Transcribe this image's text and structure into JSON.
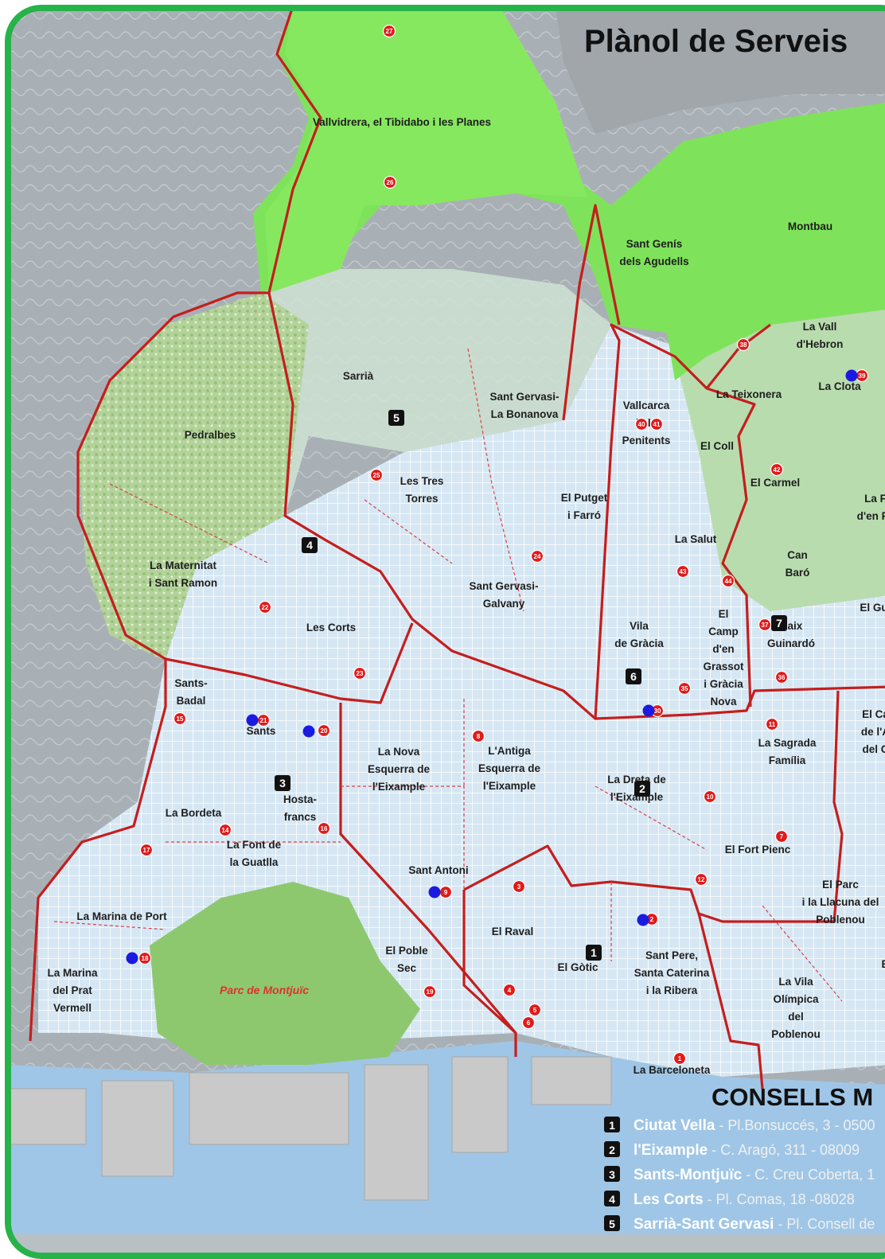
{
  "title": "Plànol de Serveis",
  "consells_heading": "CONSELLS M",
  "park_label": "Parc de Montjuïc",
  "colors": {
    "frame": "#26b34a",
    "forest": "#7ee35a",
    "urban": "#d6e7f3",
    "border": "#c41e1e",
    "sea": "#9fc6e6",
    "service_marker": "#e21a1a",
    "point_marker": "#1a1ae0"
  },
  "neighbourhoods": [
    {
      "id": "vallvidrera",
      "lines": [
        "Vallvidrera, el Tibidabo i les Planes"
      ]
    },
    {
      "id": "sant-genis",
      "lines": [
        "Sant Genís",
        "dels Agudells"
      ]
    },
    {
      "id": "montbau",
      "lines": [
        "Montbau"
      ]
    },
    {
      "id": "vall-hebron",
      "lines": [
        "La Vall",
        "d'Hebron"
      ]
    },
    {
      "id": "la-clota",
      "lines": [
        "La Clota"
      ]
    },
    {
      "id": "la-teixonera",
      "lines": [
        "La Teixonera"
      ]
    },
    {
      "id": "sarria",
      "lines": [
        "Sarrià"
      ]
    },
    {
      "id": "sant-gervasi-bonanova",
      "lines": [
        "Sant Gervasi-",
        "La Bonanova"
      ]
    },
    {
      "id": "vallcarca",
      "lines": [
        "Vallcarca",
        "i els",
        "Penitents"
      ]
    },
    {
      "id": "el-coll",
      "lines": [
        "El Coll"
      ]
    },
    {
      "id": "pedralbes",
      "lines": [
        "Pedralbes"
      ]
    },
    {
      "id": "tres-torres",
      "lines": [
        "Les Tres",
        "Torres"
      ]
    },
    {
      "id": "el-putget",
      "lines": [
        "El Putget",
        "i Farró"
      ]
    },
    {
      "id": "el-carmel",
      "lines": [
        "El Carmel"
      ]
    },
    {
      "id": "la-font-fargues",
      "lines": [
        "La F",
        "d'en Fa"
      ]
    },
    {
      "id": "la-salut",
      "lines": [
        "La Salut"
      ]
    },
    {
      "id": "can-baro",
      "lines": [
        "Can",
        "Baró"
      ]
    },
    {
      "id": "la-maternitat",
      "lines": [
        "La Maternitat",
        "i Sant Ramon"
      ]
    },
    {
      "id": "sant-gervasi-galvany",
      "lines": [
        "Sant Gervasi-",
        "Galvany"
      ]
    },
    {
      "id": "el-guinardo",
      "lines": [
        "El Gu"
      ]
    },
    {
      "id": "les-corts",
      "lines": [
        "Les Corts"
      ]
    },
    {
      "id": "vila-gracia",
      "lines": [
        "Vila",
        "de Gràcia"
      ]
    },
    {
      "id": "camp-grassot",
      "lines": [
        "El",
        "Camp",
        "d'en",
        "Grassot",
        "i Gràcia",
        "Nova"
      ]
    },
    {
      "id": "baix-guinardo",
      "lines": [
        "Baix",
        "Guinardó"
      ]
    },
    {
      "id": "sants-badal",
      "lines": [
        "Sants-",
        "Badal"
      ]
    },
    {
      "id": "sants",
      "lines": [
        "Sants"
      ]
    },
    {
      "id": "camp-arpa",
      "lines": [
        "El Ca",
        "de l'A",
        "del C"
      ]
    },
    {
      "id": "nova-esquerra",
      "lines": [
        "La Nova",
        "Esquerra de",
        "l'Eixample"
      ]
    },
    {
      "id": "antiga-esquerra",
      "lines": [
        "L'Antiga",
        "Esquerra de",
        "l'Eixample"
      ]
    },
    {
      "id": "sagrada-familia",
      "lines": [
        "La Sagrada",
        "Família"
      ]
    },
    {
      "id": "dreta-eixample",
      "lines": [
        "La Dreta de",
        "l'Eixample"
      ]
    },
    {
      "id": "la-bordeta",
      "lines": [
        "La Bordeta"
      ]
    },
    {
      "id": "hostafrancs",
      "lines": [
        "Hosta-",
        "francs"
      ]
    },
    {
      "id": "font-guatlla",
      "lines": [
        "La Font de",
        "la Guatlla"
      ]
    },
    {
      "id": "fort-pienc",
      "lines": [
        "El Fort Pienc"
      ]
    },
    {
      "id": "sant-antoni",
      "lines": [
        "Sant Antoni"
      ]
    },
    {
      "id": "parc-llacuna",
      "lines": [
        "El Parc",
        "i la Llacuna del",
        "Poblenou"
      ]
    },
    {
      "id": "marina-port",
      "lines": [
        "La Marina de Port"
      ]
    },
    {
      "id": "el-raval",
      "lines": [
        "El Raval"
      ]
    },
    {
      "id": "poble-sec",
      "lines": [
        "El Poble",
        "Sec"
      ]
    },
    {
      "id": "el-gotic",
      "lines": [
        "El Gòtic"
      ]
    },
    {
      "id": "sant-pere",
      "lines": [
        "Sant Pere,",
        "Santa Caterina",
        "i la Ribera"
      ]
    },
    {
      "id": "marina-prat",
      "lines": [
        "La Marina",
        "del Prat",
        "Vermell"
      ]
    },
    {
      "id": "vila-olimpica",
      "lines": [
        "La Vila",
        "Olímpica",
        "del",
        "Poblenou"
      ]
    },
    {
      "id": "barceloneta",
      "lines": [
        "La Barceloneta"
      ]
    },
    {
      "id": "cut-e",
      "lines": [
        "E"
      ]
    }
  ],
  "district_markers": [
    "1",
    "2",
    "3",
    "4",
    "5",
    "6",
    "7"
  ],
  "service_markers": [
    "27",
    "26",
    "25",
    "24",
    "22",
    "23",
    "21",
    "20",
    "15",
    "16",
    "14",
    "17",
    "18",
    "19",
    "9",
    "8",
    "2",
    "3",
    "4",
    "5",
    "6",
    "1",
    "7",
    "12",
    "10",
    "11",
    "30",
    "35",
    "37",
    "38",
    "39",
    "40",
    "41",
    "42",
    "43",
    "44",
    "36"
  ],
  "legend": [
    {
      "num": "1",
      "name": "Ciutat Vella",
      "addr": " - Pl.Bonsuccés, 3 - 0500"
    },
    {
      "num": "2",
      "name": "l'Eixample",
      "addr": " - C. Aragó, 311 - 08009"
    },
    {
      "num": "3",
      "name": "Sants-Montjuïc",
      "addr": " - C. Creu Coberta, 1"
    },
    {
      "num": "4",
      "name": "Les Corts",
      "addr": " - Pl. Comas, 18 -08028"
    },
    {
      "num": "5",
      "name": "Sarrià-Sant Gervasi",
      "addr": " - Pl. Consell de"
    }
  ]
}
